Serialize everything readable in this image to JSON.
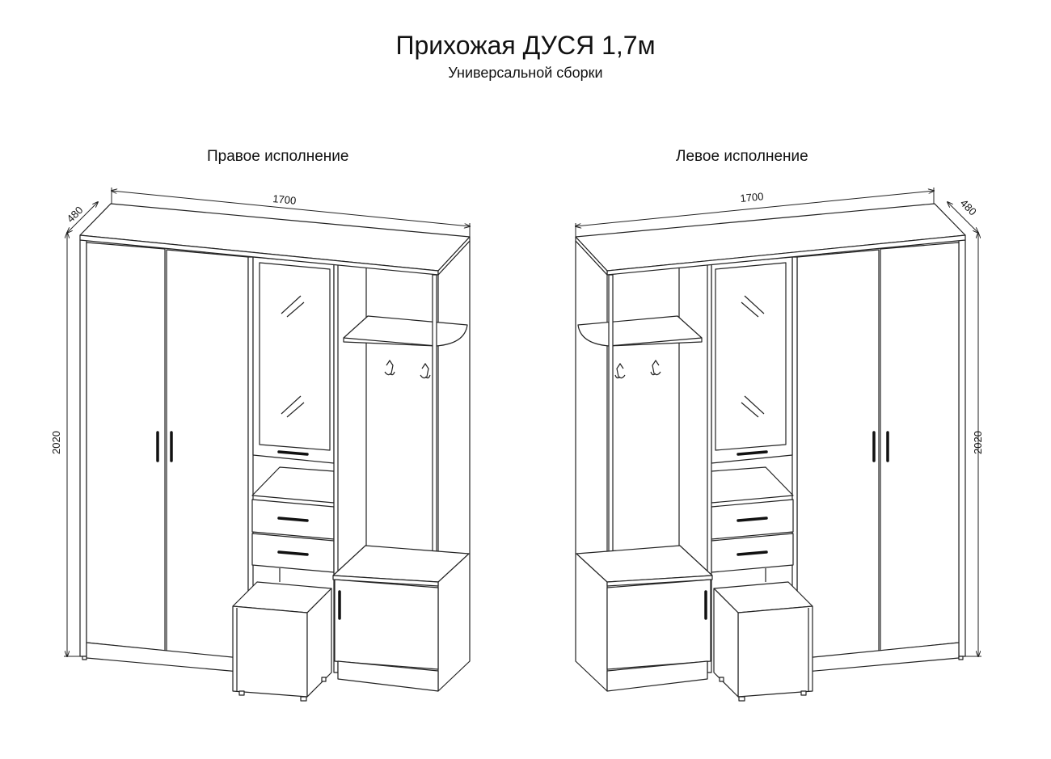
{
  "header": {
    "title": "Прихожая ДУСЯ 1,7м",
    "subtitle": "Универсальной сборки"
  },
  "variants": [
    {
      "label": "Правое исполнение",
      "width": "1700",
      "depth": "480",
      "height": "2020"
    },
    {
      "label": "Левое исполнение",
      "width": "1700",
      "depth": "480",
      "height": "2020"
    }
  ]
}
